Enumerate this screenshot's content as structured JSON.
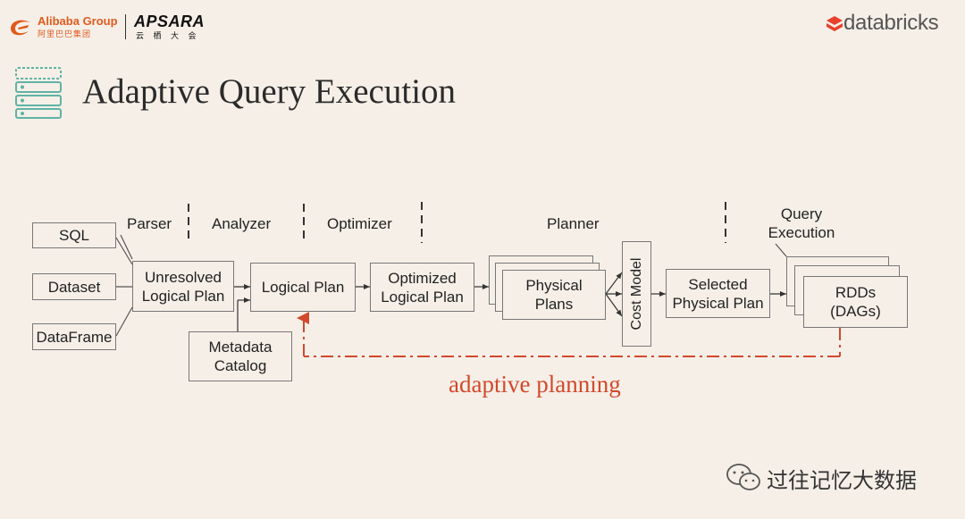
{
  "header": {
    "alibaba_logo": "Alibaba Group",
    "alibaba_sub": "阿里巴巴集团",
    "apsara_logo": "APSARA",
    "apsara_sub": "云 栖 大 会",
    "databricks_logo": "databricks"
  },
  "slide": {
    "title": "Adaptive Query Execution"
  },
  "diagram": {
    "stages": {
      "parser": "Parser",
      "analyzer": "Analyzer",
      "optimizer": "Optimizer",
      "planner": "Planner",
      "query_execution": "Query\nExecution"
    },
    "inputs": {
      "sql": "SQL",
      "dataset": "Dataset",
      "dataframe": "DataFrame"
    },
    "nodes": {
      "unresolved": "Unresolved\nLogical Plan",
      "logical": "Logical Plan",
      "optimized": "Optimized\nLogical Plan",
      "physical": "Physical\nPlans",
      "cost_model": "Cost Model",
      "selected": "Selected\nPhysical Plan",
      "rdds": "RDDs\n(DAGs)",
      "catalog": "Metadata\nCatalog"
    },
    "feedback_label": "adaptive planning",
    "colors": {
      "feedback": "#d14a2b",
      "line": "#333333",
      "box_border": "#777777"
    }
  },
  "watermark": {
    "text": "过往记忆大数据",
    "icon": "wechat-icon"
  }
}
